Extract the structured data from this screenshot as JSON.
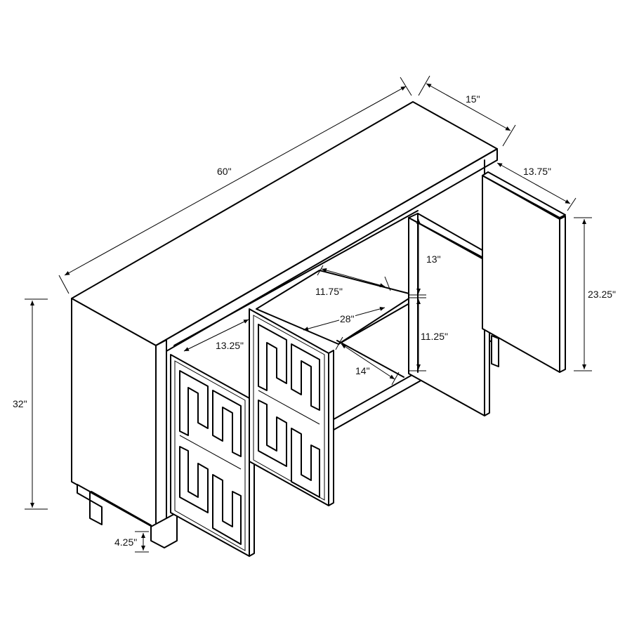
{
  "diagram": {
    "subject": "Four-door sideboard cabinet with open doors, dimensioned line drawing",
    "line_color": "#000000",
    "background": "#ffffff"
  },
  "dimensions": {
    "overall_width": "60\"",
    "overall_depth": "15\"",
    "interior_depth": "13.75\"",
    "overall_height": "32\"",
    "leg_height": "4.25\"",
    "door_height": "23.25\"",
    "upper_compartment_height": "13\"",
    "lower_compartment_height": "11.25\"",
    "shelf_depth": "11.75\"",
    "shelf_width": "28\"",
    "left_compartment_width": "13.25\"",
    "bottom_interior_depth": "14\""
  }
}
